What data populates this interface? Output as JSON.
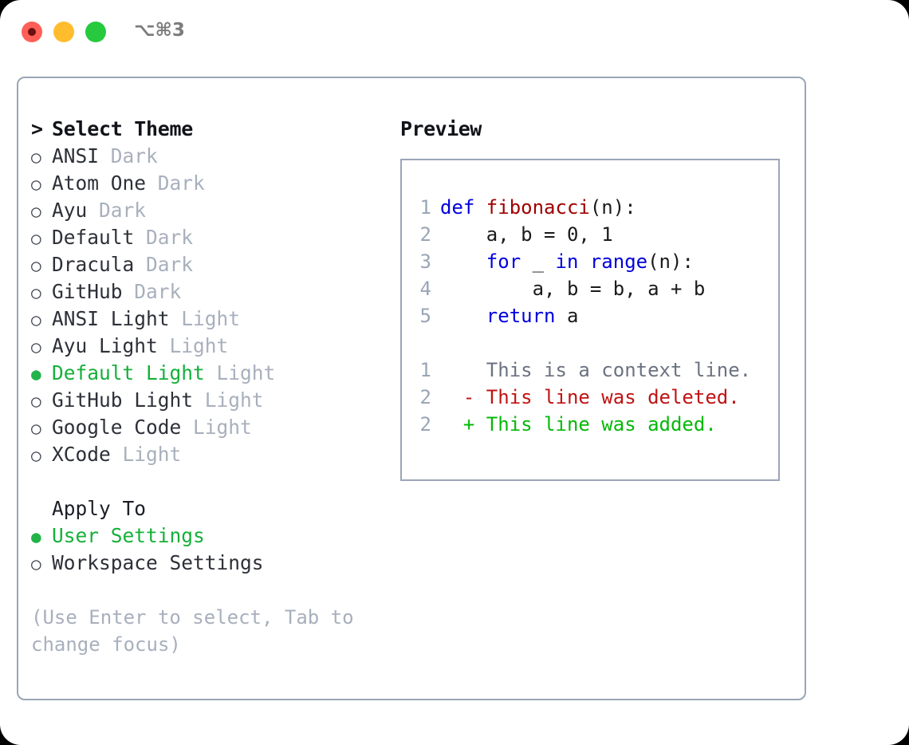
{
  "titlebar": {
    "shortcut": "⌥⌘3",
    "buttons": {
      "close": "close-button",
      "minimize": "minimize-button",
      "maximize": "maximize-button"
    }
  },
  "colors": {
    "accent_green": "#15b03a",
    "border": "#9aa5b6",
    "muted": "#a8b0bd",
    "keyword": "#0000dd",
    "function": "#a00000",
    "diff_added": "#06b80a",
    "diff_deleted": "#c01313",
    "diff_context": "#6b7280",
    "traffic_red": "#ff5f56",
    "traffic_yellow": "#ffbd2e",
    "traffic_green": "#27c93f"
  },
  "theme_selector": {
    "header": "Select Theme",
    "header_caret": ">",
    "bullet_selected": "●",
    "bullet_unselected": "○",
    "items": [
      {
        "name": "ANSI",
        "tag": "Dark",
        "selected": false
      },
      {
        "name": "Atom One",
        "tag": "Dark",
        "selected": false
      },
      {
        "name": "Ayu",
        "tag": "Dark",
        "selected": false
      },
      {
        "name": "Default",
        "tag": "Dark",
        "selected": false
      },
      {
        "name": "Dracula",
        "tag": "Dark",
        "selected": false
      },
      {
        "name": "GitHub",
        "tag": "Dark",
        "selected": false
      },
      {
        "name": "ANSI Light",
        "tag": "Light",
        "selected": false
      },
      {
        "name": "Ayu Light",
        "tag": "Light",
        "selected": false
      },
      {
        "name": "Default Light",
        "tag": "Light",
        "selected": true
      },
      {
        "name": "GitHub Light",
        "tag": "Light",
        "selected": false
      },
      {
        "name": "Google Code",
        "tag": "Light",
        "selected": false
      },
      {
        "name": "XCode",
        "tag": "Light",
        "selected": false
      }
    ]
  },
  "apply_to": {
    "header": "Apply To",
    "items": [
      {
        "name": "User Settings",
        "selected": true
      },
      {
        "name": "Workspace Settings",
        "selected": false
      }
    ]
  },
  "hint": "(Use Enter to select, Tab to change focus)",
  "preview": {
    "title": "Preview",
    "code_lines": [
      {
        "num": "1",
        "tokens": [
          {
            "t": "def ",
            "c": "kw"
          },
          {
            "t": "fibonacci",
            "c": "fn"
          },
          {
            "t": "(n):",
            "c": "pl"
          }
        ]
      },
      {
        "num": "2",
        "tokens": [
          {
            "t": "    a, b = 0, 1",
            "c": "pl"
          }
        ]
      },
      {
        "num": "3",
        "tokens": [
          {
            "t": "    ",
            "c": "pl"
          },
          {
            "t": "for ",
            "c": "kw"
          },
          {
            "t": "_ ",
            "c": "pl"
          },
          {
            "t": "in ",
            "c": "kw"
          },
          {
            "t": "range",
            "c": "kw"
          },
          {
            "t": "(n):",
            "c": "pl"
          }
        ]
      },
      {
        "num": "4",
        "tokens": [
          {
            "t": "        a, b = b, a + b",
            "c": "pl"
          }
        ]
      },
      {
        "num": "5",
        "tokens": [
          {
            "t": "    ",
            "c": "pl"
          },
          {
            "t": "return",
            "c": "kw"
          },
          {
            "t": " a",
            "c": "pl"
          }
        ]
      }
    ],
    "diff_lines": [
      {
        "num": "1",
        "sign": " ",
        "text": "This is a context line.",
        "kind": "ctxt"
      },
      {
        "num": "2",
        "sign": "-",
        "text": "This line was deleted.",
        "kind": "del"
      },
      {
        "num": "2",
        "sign": "+",
        "text": "This line was added.",
        "kind": "add"
      }
    ]
  }
}
